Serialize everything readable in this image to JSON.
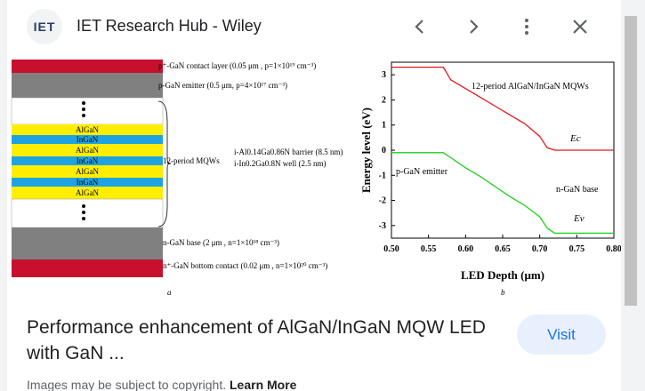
{
  "header": {
    "logo_text": "IET",
    "site_title": "IET Research Hub - Wiley",
    "icons": [
      "chevron-left-icon",
      "chevron-right-icon",
      "more-vert-icon",
      "close-icon"
    ]
  },
  "figure_a": {
    "layers_right": {
      "contact": "p⁺-GaN contact layer (0.05 μm , p=1×10¹⁹ cm⁻³)",
      "emitter": "p-GaN emitter (0.5 μm, p=4×10¹⁷ cm⁻³)",
      "base": "n-GaN base (2 μm , n=1×10¹⁸ cm⁻³)",
      "bottom": "n⁺-GaN bottom contact (0.02 μm , n=1×10²⁰ cm⁻³)"
    },
    "mqw_label": "12-period MQWs",
    "barrier": "i-Al0.14Ga0.86N barrier (8.5 nm)",
    "well": "i-In0.2Ga0.8N well (2.5 nm)",
    "stack_labels": [
      "AlGaN",
      "InGaN",
      "AlGaN",
      "InGaN",
      "AlGaN",
      "InGaN",
      "AlGaN"
    ],
    "caption": "a"
  },
  "figure_b": {
    "caption": "b",
    "chart_data": {
      "type": "line",
      "xlabel": "LED Depth (μm)",
      "ylabel": "Energy level (eV)",
      "xlim": [
        0.5,
        0.8
      ],
      "ylim": [
        -3.5,
        3.5
      ],
      "x_ticks": [
        "0.50",
        "0.55",
        "0.60",
        "0.65",
        "0.70",
        "0.75",
        "0.80"
      ],
      "y_ticks": [
        "3",
        "2",
        "1",
        "0",
        "-1",
        "-2",
        "-3"
      ],
      "annotations": [
        "12-period AlGaN/InGaN MQWs",
        "p-GaN emitter",
        "n-GaN base"
      ],
      "series": [
        {
          "name": "Ec",
          "color": "#e8171c",
          "x": [
            0.5,
            0.57,
            0.58,
            0.6,
            0.62,
            0.64,
            0.66,
            0.68,
            0.7,
            0.71,
            0.72,
            0.8
          ],
          "y": [
            3.3,
            3.3,
            2.8,
            2.45,
            2.1,
            1.75,
            1.4,
            1.05,
            0.55,
            0.1,
            0.0,
            0.0
          ]
        },
        {
          "name": "Ev",
          "color": "#19d11b",
          "x": [
            0.5,
            0.57,
            0.58,
            0.6,
            0.62,
            0.64,
            0.66,
            0.68,
            0.7,
            0.71,
            0.72,
            0.8
          ],
          "y": [
            -0.1,
            -0.1,
            -0.3,
            -0.7,
            -1.05,
            -1.45,
            -1.85,
            -2.2,
            -2.65,
            -3.1,
            -3.3,
            -3.3
          ]
        }
      ]
    }
  },
  "result": {
    "title": "Performance enhancement of AlGaN/InGaN MQW LED with GaN ...",
    "visit_label": "Visit"
  },
  "footer": {
    "copyright": "Images may be subject to copyright.",
    "learn_more": "Learn More"
  }
}
